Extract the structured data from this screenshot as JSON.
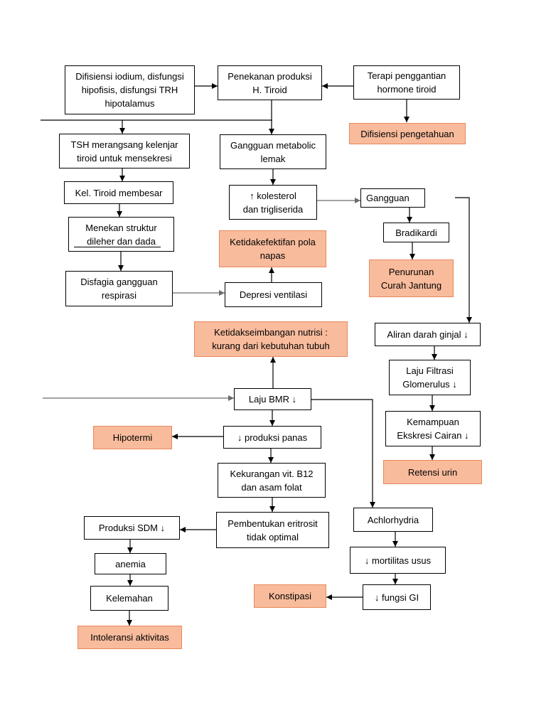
{
  "colors": {
    "box_border": "#000000",
    "highlight_fill": "#f8bb9c",
    "highlight_border": "#e8895d",
    "connector": "#000000",
    "connector_soft": "#6b6b6b"
  },
  "diagram": {
    "nodes": {
      "cause": "Difisiensi iodium, disfungsi\nhipofisis, disfungsi TRH\nhipotalamus",
      "penekanan": "Penekanan produksi\nH. Tiroid",
      "terapi": "Terapi penggantian\nhormone tiroid",
      "difisiensi_pengetahuan": "Difisiensi pengetahuan",
      "tsh": "TSH merangsang kelenjar\ntiroid untuk mensekresi",
      "gangguan_metabolic": "Gangguan metabolic\nlemak",
      "kel_tiroid": "Kel. Tiroid membesar",
      "kolesterol": "↑ kolesterol\ndan trigliserida",
      "gangguan": "Gangguan",
      "bradikardi": "Bradikardi",
      "curah_jantung": "Penurunan\nCurah Jantung",
      "menekan": "Menekan struktur\ndileher dan dada",
      "pola_napas": "Ketidakefektifan pola\nnapas",
      "disfagia": "Disfagia gangguan\nrespirasi",
      "depresi": "Depresi ventilasi",
      "nutrisi": "Ketidakseimbangan nutrisi :\nkurang dari kebutuhan tubuh",
      "aliran": "Aliran darah ginjal ↓",
      "lfg": "Laju Filtrasi\nGlomerulus ↓",
      "bmr": "Laju BMR ↓",
      "ekskresi": "Kemampuan\nEkskresi Cairan ↓",
      "hipotermi": "Hipotermi",
      "produksi_panas": "↓ produksi panas",
      "retensi": "Retensi urin",
      "vit_b12": "Kekurangan vit. B12\ndan asam folat",
      "produksi_sdm": "Produksi SDM ↓",
      "eritrosit": "Pembentukan eritrosit\ntidak optimal",
      "achlorhydria": "Achlorhydria",
      "anemia": "anemia",
      "motilitas": "↓ mortilitas usus",
      "kelemahan": "Kelemahan",
      "konstipasi": "Konstipasi",
      "fungsi_gi": "↓ fungsi GI",
      "intoleransi": "Intoleransi aktivitas"
    }
  }
}
